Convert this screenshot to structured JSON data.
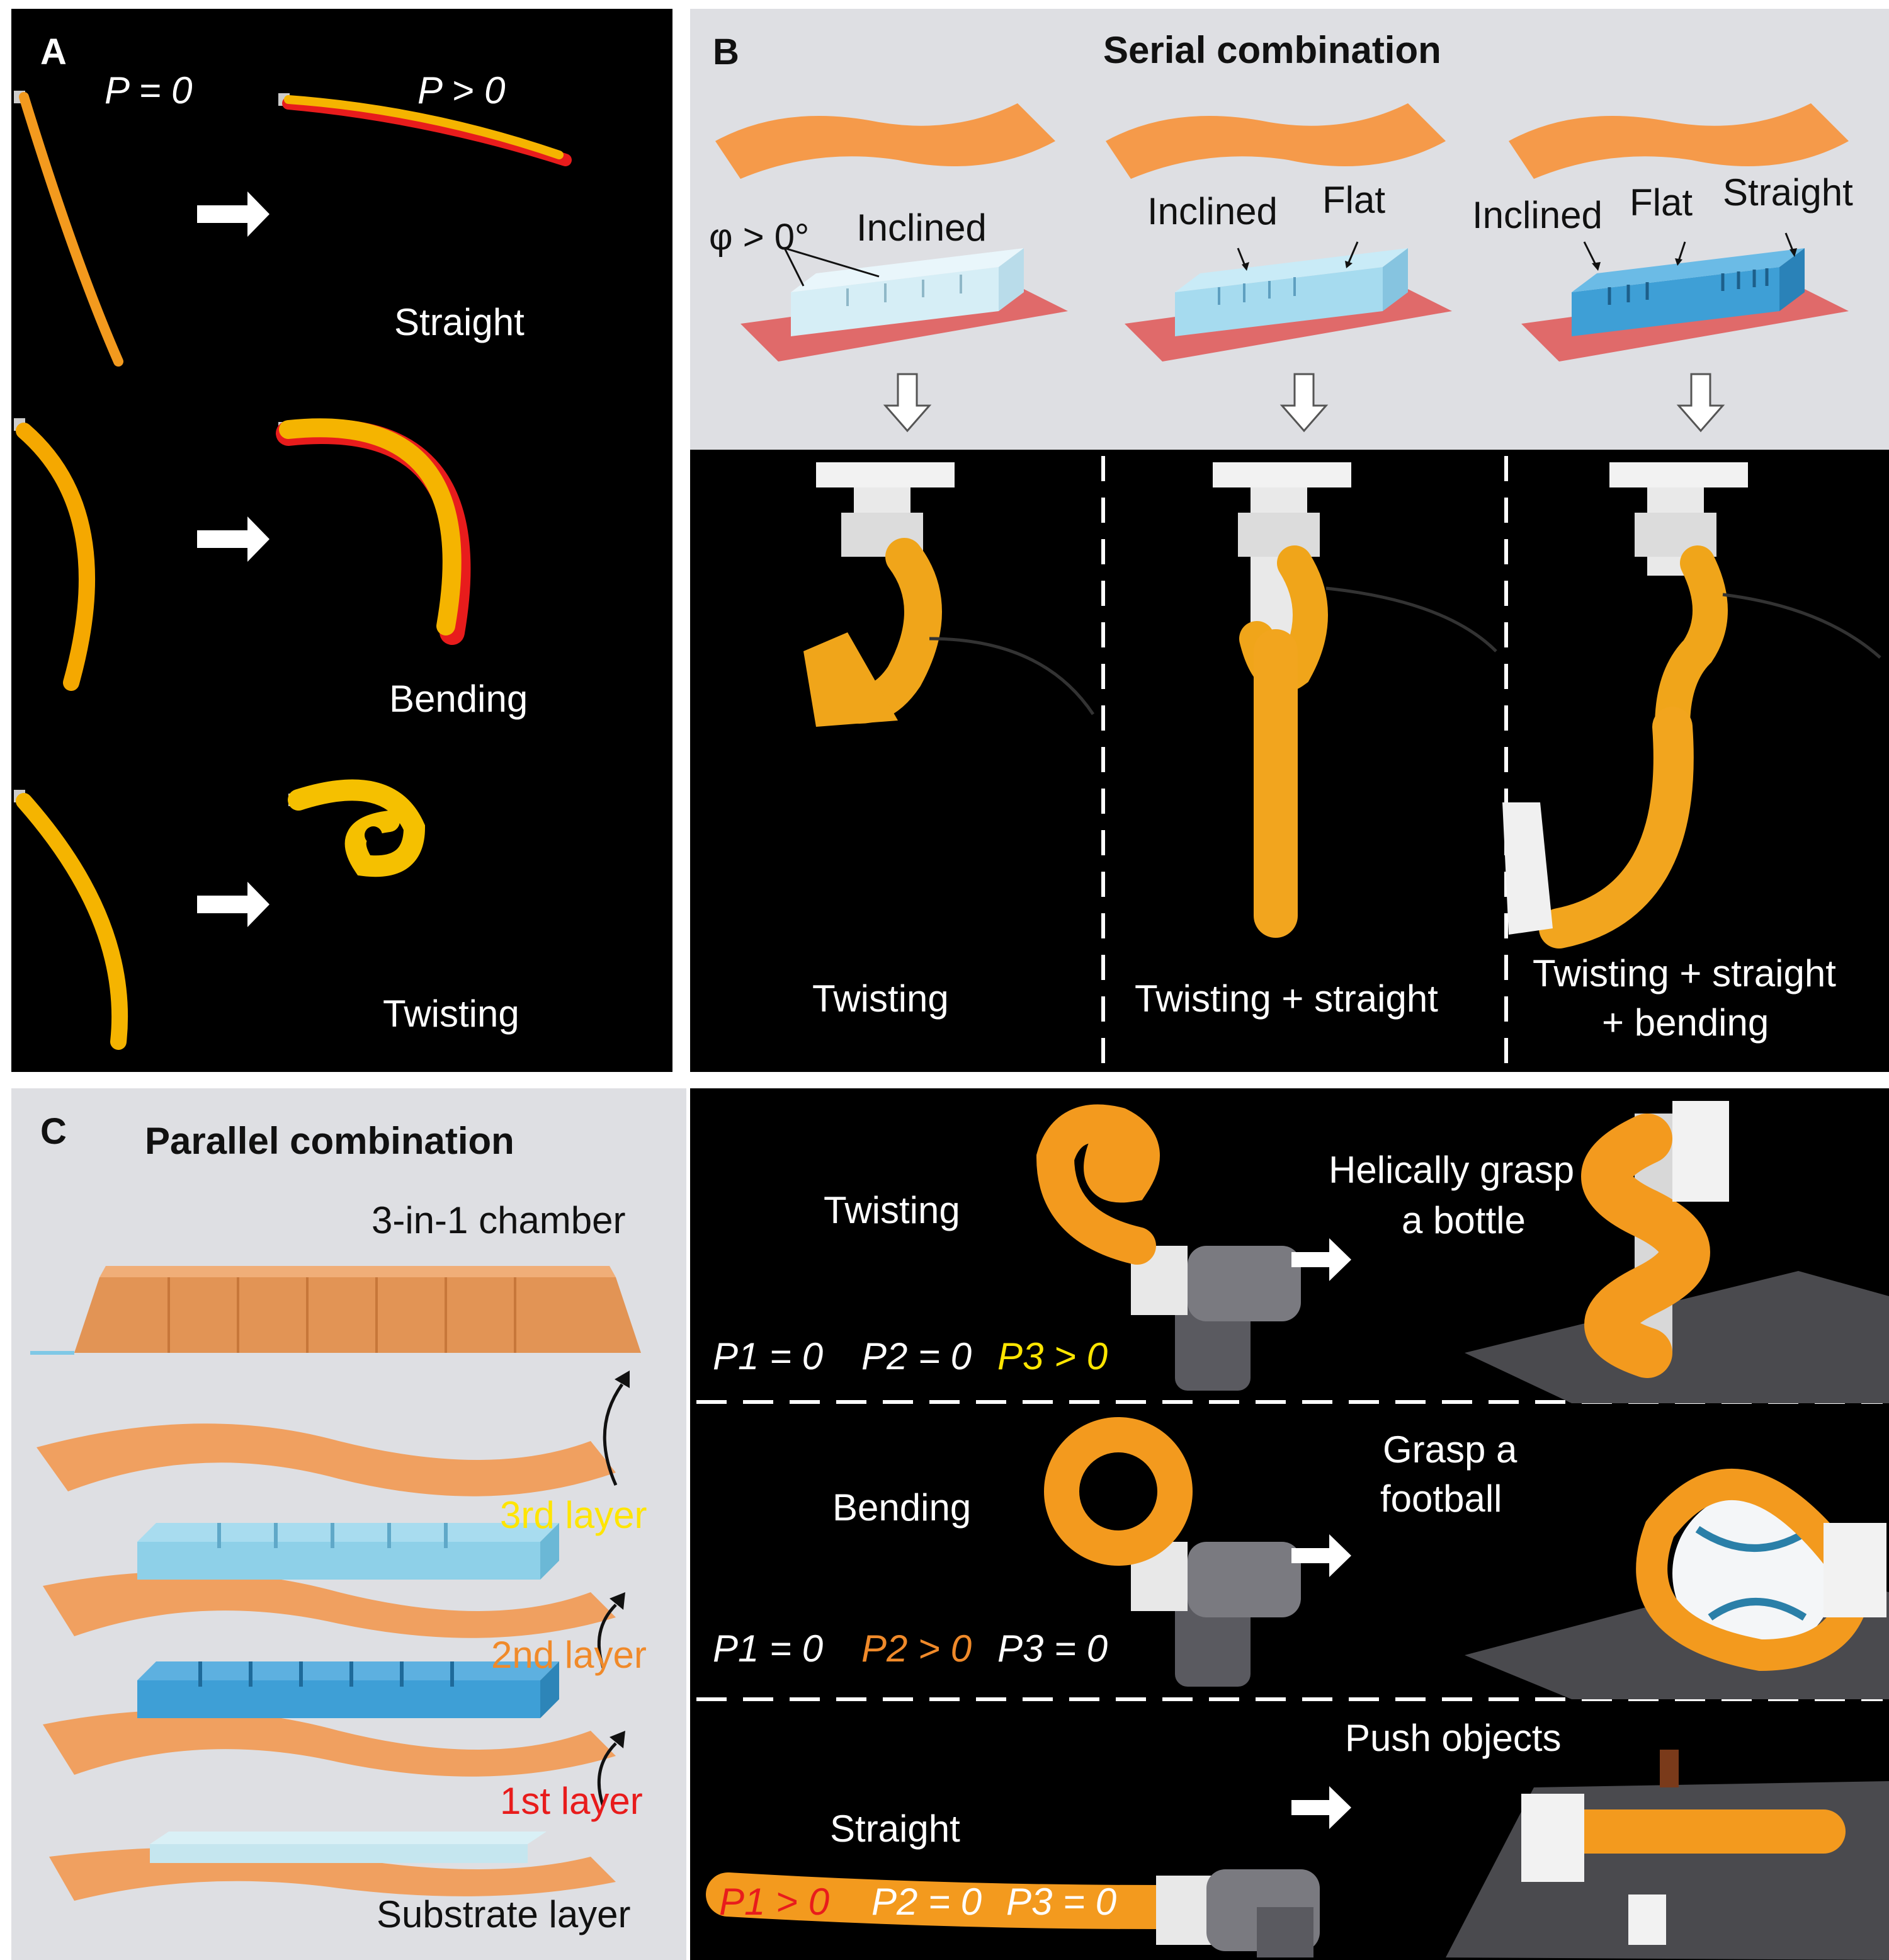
{
  "panel_a": {
    "letter": "A",
    "p_zero": "P = 0",
    "p_positive": "P > 0",
    "modes": [
      "Straight",
      "Bending",
      "Twisting"
    ]
  },
  "panel_b": {
    "letter": "B",
    "title": "Serial combination",
    "angle_label": "φ > 0°",
    "col1": {
      "inclined": "Inclined",
      "caption": "Twisting"
    },
    "col2": {
      "inclined": "Inclined",
      "flat": "Flat",
      "caption": "Twisting + straight"
    },
    "col3": {
      "inclined": "Inclined",
      "flat": "Flat",
      "straight": "Straight",
      "caption_line1": "Twisting + straight",
      "caption_line2": "+ bending"
    }
  },
  "panel_c": {
    "letter": "C",
    "title": "Parallel combination",
    "chamber": "3-in-1 chamber",
    "layers": {
      "third": "3rd layer",
      "second": "2nd layer",
      "first": "1st layer",
      "substrate": "Substrate layer"
    },
    "rows": [
      {
        "mode": "Twisting",
        "action_line1": "Helically grasp",
        "action_line2": "a bottle",
        "p1": "P1 = 0",
        "p2": "P2 = 0",
        "p3": "P3 > 0"
      },
      {
        "mode": "Bending",
        "action_line1": "Grasp a",
        "action_line2": "football",
        "p1": "P1 = 0",
        "p2": "P2 > 0",
        "p3": "P3 = 0"
      },
      {
        "mode": "Straight",
        "action_line1": "Push objects",
        "action_line2": "",
        "p1": "P1 > 0",
        "p2": "P2 = 0",
        "p3": "P3 = 0"
      }
    ]
  },
  "colors": {
    "actuator_orange": "#f39a1e",
    "actuator_yellow": "#f5b400",
    "layer_red": "#e81c1c",
    "layer_orange": "#f08a2a",
    "layer_yellow": "#ffe500",
    "light_blue": "#bfe7f2",
    "mid_blue": "#7fc8e6",
    "dark_blue": "#3e9fd6"
  }
}
